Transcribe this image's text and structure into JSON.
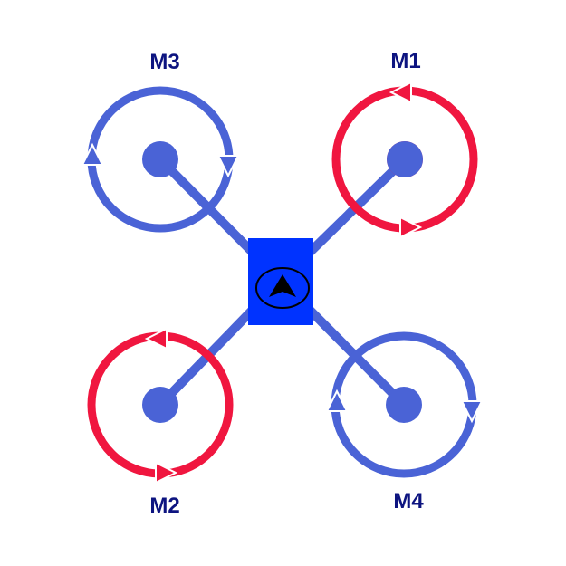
{
  "colors": {
    "ccw": "#4a63d6",
    "cw": "#f0163f",
    "frame": "#4a63d6",
    "body": "#0033ff",
    "label": "#0d1480",
    "heading_icon": "#000000"
  },
  "icons": {
    "heading": "navigation-arrow-icon"
  },
  "motors": {
    "m1": {
      "label": "M1",
      "rotation": "counter-clockwise",
      "color": "#f0163f"
    },
    "m2": {
      "label": "M2",
      "rotation": "counter-clockwise",
      "color": "#f0163f"
    },
    "m3": {
      "label": "M3",
      "rotation": "clockwise",
      "color": "#4a63d6"
    },
    "m4": {
      "label": "M4",
      "rotation": "clockwise",
      "color": "#4a63d6"
    }
  }
}
